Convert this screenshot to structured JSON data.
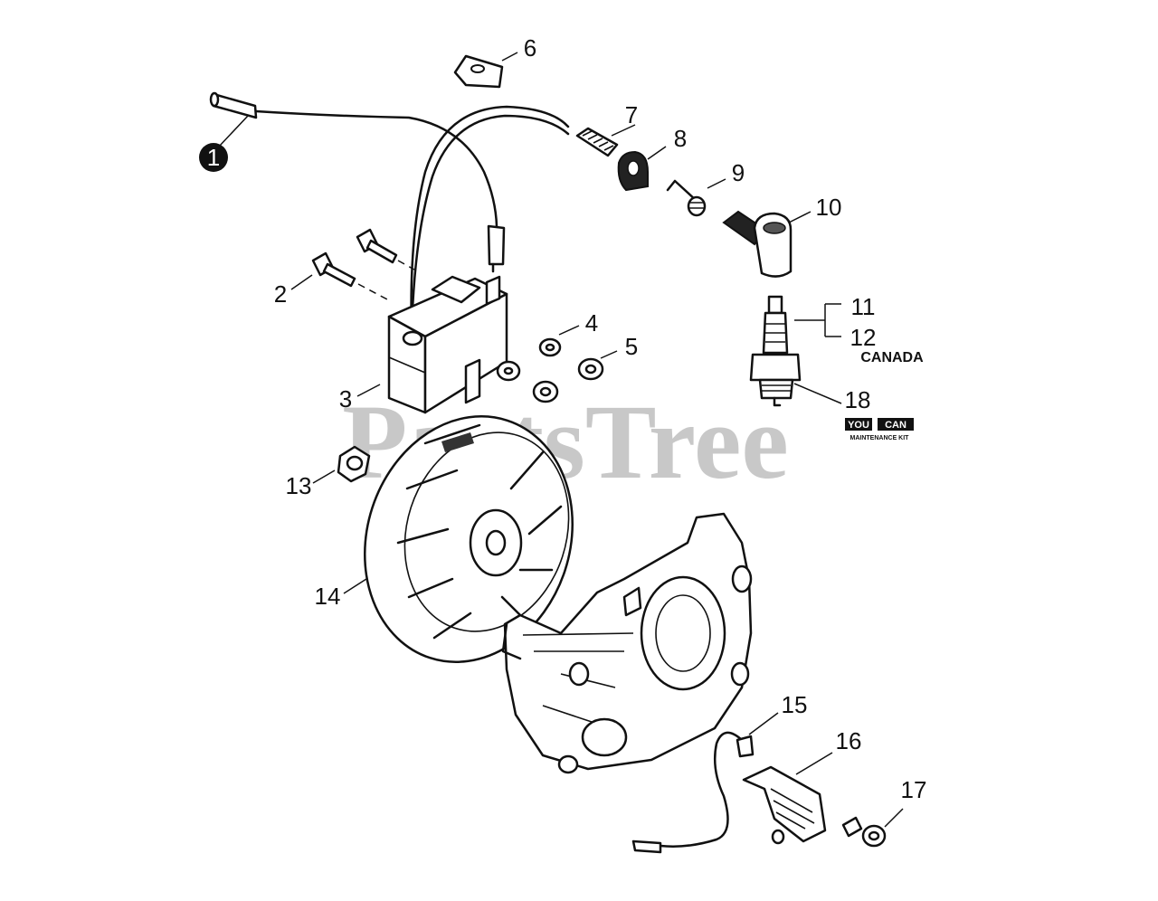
{
  "watermark": "PartsTree",
  "callouts": [
    "1",
    "2",
    "3",
    "4",
    "5",
    "6",
    "7",
    "8",
    "9",
    "10",
    "11",
    "12",
    "13",
    "14",
    "15",
    "16",
    "17",
    "18"
  ],
  "note_canada": "CANADA",
  "kit_logo": {
    "line1_a": "YOU",
    "line1_b": "CAN",
    "line2": "MAINTENANCE KIT"
  }
}
